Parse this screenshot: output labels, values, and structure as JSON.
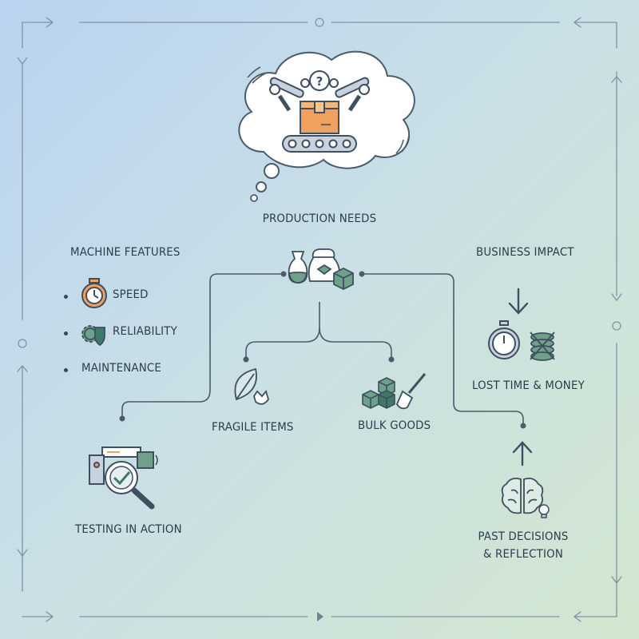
{
  "title": "PRODUCTION NEEDS",
  "machine_features": {
    "heading": "MACHINE FEATURES",
    "items": [
      "SPEED",
      "RELIABILITY",
      "MAINTENANCE"
    ]
  },
  "business_impact": {
    "heading": "BUSINESS IMPACT",
    "result": "LOST TIME & MONEY"
  },
  "item_types": {
    "fragile": "FRAGILE ITEMS",
    "bulk": "BULK GOODS"
  },
  "testing": "TESTING IN ACTION",
  "reflection": {
    "line1": "PAST DECISIONS",
    "line2": "& REFLECTION"
  },
  "colors": {
    "line": "#4a5c6c",
    "accent_orange": "#f0a05f",
    "accent_green": "#6fa08a",
    "dark_green": "#3f7a68"
  },
  "icons": [
    "robot-arm-icon",
    "question-icon",
    "box-icon",
    "conveyor-icon",
    "vase-icon",
    "sack-icon",
    "cube-icon",
    "stopwatch-icon",
    "gear-shield-icon",
    "leaf-icon",
    "shovel-icon",
    "magnifier-check-icon",
    "down-arrow-icon",
    "clock-icon",
    "coins-icon",
    "up-arrow-icon",
    "brain-icon",
    "lightbulb-icon"
  ]
}
